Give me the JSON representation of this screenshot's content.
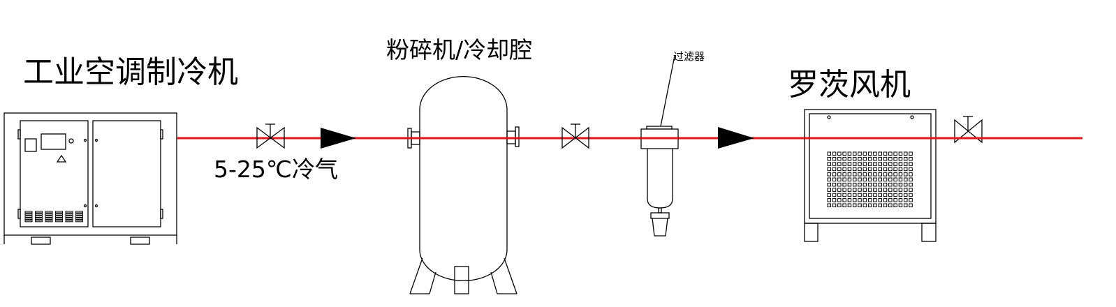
{
  "labels": {
    "chiller": "工业空调制冷机",
    "grinder": "粉碎机/冷却腔",
    "filter": "过滤器",
    "blower": "罗茨风机",
    "cold_air": "5-25℃冷气"
  },
  "colors": {
    "pipe": "#e0161b",
    "line": "#000000"
  }
}
